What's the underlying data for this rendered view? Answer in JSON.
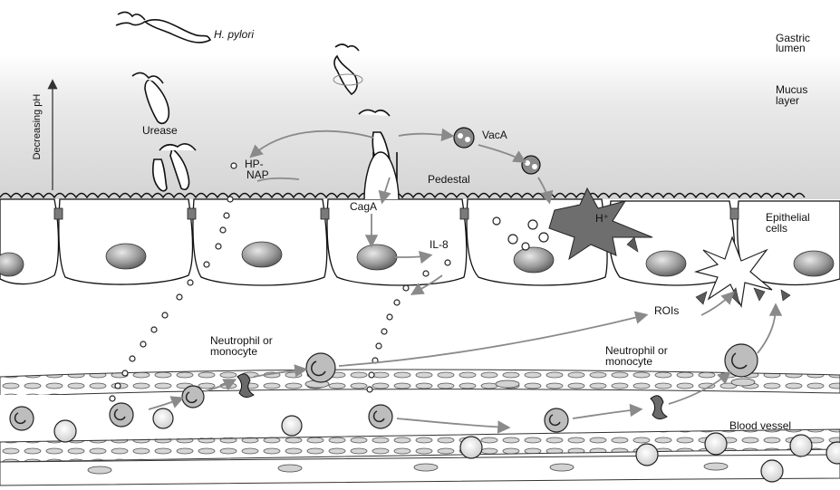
{
  "title": "",
  "layers": {
    "gastric_lumen": [
      "Gastric",
      "lumen"
    ],
    "mucus_layer": [
      "Mucus",
      "layer"
    ],
    "epithelial_cells": [
      "Epithelial",
      "cells"
    ],
    "blood_vessel": "Blood vessel"
  },
  "axis": {
    "label": "Decreasing pH"
  },
  "labels": {
    "h_pylori": "H. pylori",
    "urease": "Urease",
    "hp_nap": [
      "HP-",
      "NAP"
    ],
    "vaca": "VacA",
    "pedestal": "Pedestal",
    "caga": "CagA",
    "il8": "IL-8",
    "h_plus": "H⁺",
    "rois": "ROIs",
    "neutrophil_1": [
      "Neutrophil or",
      "monocyte"
    ],
    "neutrophil_2": [
      "Neutrophil or",
      "monocyte"
    ]
  },
  "colors": {
    "mucus": "#d9d9d9",
    "nucleus": "#8a8a8a",
    "junction": "#7a7a7a",
    "line": "#111111",
    "arrow": "#9a9a9a",
    "vessel_wall": "#c8c8c8"
  }
}
